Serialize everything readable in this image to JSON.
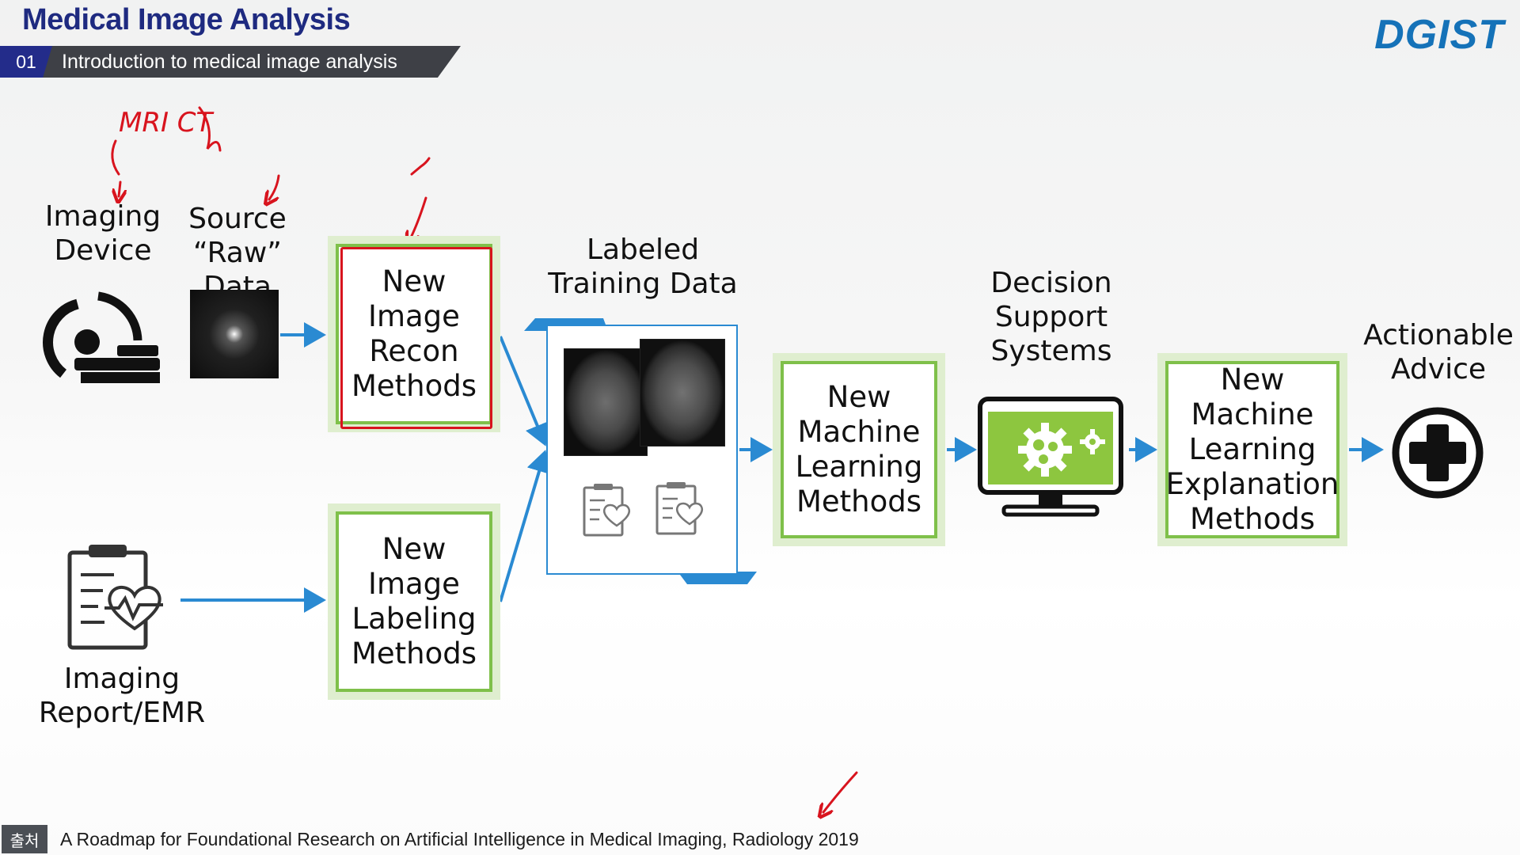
{
  "header": {
    "title": "Medical Image Analysis",
    "section_number": "01",
    "section_title": "Introduction to medical image analysis",
    "logo_text": "DGIST"
  },
  "diagram": {
    "imaging_device_label": "Imaging Device",
    "source_raw_data_label": "Source “Raw” Data",
    "recon_box": "New Image Recon Methods",
    "imaging_report_label": "Imaging Report/EMR",
    "labeling_box": "New Image Labeling Methods",
    "training_data_label": "Labeled Training Data",
    "ml_box": "New Machine Learning Methods",
    "dss_label": "Decision Support Systems",
    "explain_box": "New Machine Learning Explanation Methods",
    "advice_label": "Actionable Advice"
  },
  "annotations": {
    "handwritten_note": "MRI CT"
  },
  "footer": {
    "tag": "출처",
    "citation": "A Roadmap for Foundational Research on Artificial Intelligence in Medical Imaging, Radiology 2019"
  },
  "colors": {
    "accent_blue": "#2a8ad2",
    "box_green": "#7fc04a",
    "title_navy": "#1e2a80",
    "annotation_red": "#d8141e",
    "monitor_green": "#8dc63f"
  },
  "icons": [
    "mri-scanner-icon",
    "clipboard-heart-icon",
    "monitor-gears-icon",
    "medical-cross-icon"
  ]
}
